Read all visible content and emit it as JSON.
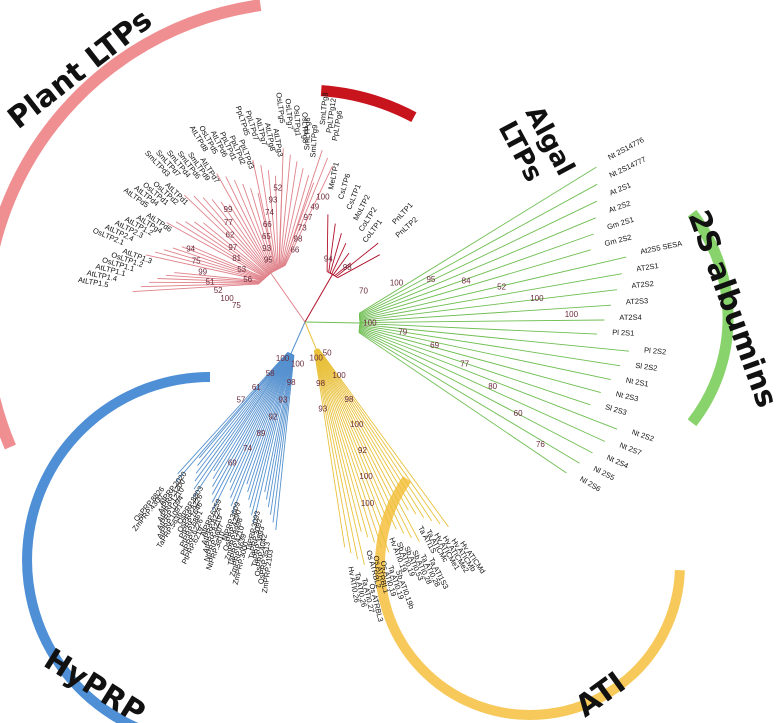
{
  "groups": {
    "plant_ltps": {
      "label": "Plant LTPs",
      "color": "#f08f92"
    },
    "algal_ltps": {
      "label_line1": "Algal",
      "label_line2": "LTPs",
      "color": "#c8141c"
    },
    "albumins": {
      "label": "2S albumins",
      "color": "#88d36b"
    },
    "ati": {
      "label": "ATI",
      "color": "#f7c95a"
    },
    "hyprp": {
      "label": "HyPRP",
      "color": "#4e8fd6"
    }
  },
  "branch_colors": {
    "plant": "#e0828a",
    "algal": "#b0102a",
    "albumin": "#6fbe52",
    "ati": "#e9c13c",
    "hyprp": "#5591cf"
  },
  "leaves": {
    "plant": [
      "AtLTP1.5",
      "AtLTP1.4",
      "AtLTP1.1",
      "OsLTP1.1",
      "OsLTP1.2",
      "AtLTP1.3",
      "OsLTP2.1",
      "AtLTP2.4",
      "AtLTP2.3",
      "AtLTP1.2",
      "AtLTPg4",
      "AtLTPd6",
      "AtLTPd5",
      "AtLTPd4",
      "OsLTPd1",
      "OsLTPd2",
      "AtLTPd1",
      "SmLTPd3",
      "SmLTPd7",
      "SmLTPd4",
      "SmLTPd6",
      "SmLTPd9",
      "AtLTPd7",
      "AtLTPd8",
      "OsLTPd5",
      "AtLTPd6",
      "PpLTPd1",
      "PpLTPd2",
      "PpLTPd3",
      "PpLTPd5",
      "PpLTPd7",
      "AtLTPg7",
      "AtLTPg8",
      "AtLTPg3",
      "OsLTPg5",
      "OsLTPg7",
      "OsLTPg1",
      "OsLTPg8",
      "SmLTPg6",
      "SmLTPg9",
      "SmLTPg8",
      "PpLTPg12",
      "PpLTPg6"
    ],
    "algal": [
      "MeLTP1",
      "CsLTP6",
      "CsLTP1",
      "MoLTP2",
      "CoLTP2",
      "CoLTP1",
      "PnLTP1",
      "PnLTP2"
    ],
    "albumin": [
      "Nt 2S14776",
      "Nt 2S14777",
      "At 2S1",
      "At 2S2",
      "Gm 2S1",
      "Gm 2S2",
      "At2S5 SESA",
      "AT2S1",
      "AT2S2",
      "AT2S3",
      "AT2S4",
      "Pl 2S1",
      "Pl 2S2",
      "Sl 2S2",
      "Nt 2S1",
      "Nt 2S3",
      "Sl 2S3",
      "Nt 2S2",
      "Nt 2S7",
      "Nt 2S4",
      "Nl 2S5",
      "Nl 2S6"
    ],
    "ati": [
      "Hv ATICMd",
      "Hv ATICMb",
      "Hv ATICMe2",
      "Hv ATICMe1",
      "Ta ATICMc",
      "Ta ATI1S",
      "Ta ATI1S3",
      "Ta ATI0.28",
      "Sb ATI0.28",
      "Sb ATI0.53",
      "Sb ATI0.19",
      "Hv ATI0.19",
      "Sb ATI0.19b",
      "Ta ATI0.19",
      "Os ATI0.19",
      "Os ATRBL1",
      "Os ATRBL2",
      "Os ATRBL3",
      "Ta ATI0.27",
      "Ta ATI0.26",
      "Hv ATI0.26"
    ],
    "hyprp": [
      "ZmPRP.2103",
      "OsPRP.3513",
      "OsPRP.4042",
      "TaPRP.3893",
      "TaPRP.3092",
      "TaPRP.3093",
      "ZmPRP.3000",
      "ZmPRP.4639",
      "TaPRP.4210",
      "ZmPRP.8998",
      "OsPRP.4290",
      "NtPRP.3609",
      "NtPRP.3810",
      "NtPRP.3607",
      "AtPRP.8219",
      "AtPRP.8224",
      "AtPRP.6259",
      "PtPRP.6219",
      "PtPRP.6226",
      "PtPRP.6861",
      "PtPRP.7646",
      "OsPRP.8226",
      "OsPRP.8803",
      "TaPRP.5636",
      "AtPRP.1091",
      "AtPRP.1094",
      "AtPRP.1210",
      "AtPRP.3200",
      "AtPRP.2020",
      "ZmPRP.4300",
      "OsPRP.8826"
    ]
  },
  "bootstrap": {
    "plant": [
      "75",
      "100",
      "52",
      "51",
      "99",
      "75",
      "94",
      "56",
      "53",
      "81",
      "97",
      "62",
      "77",
      "99",
      "95",
      "93",
      "65",
      "66",
      "74",
      "93",
      "52",
      "66",
      "98",
      "73",
      "97",
      "49",
      "100"
    ],
    "algal": [
      "94",
      "98"
    ],
    "albumin": [
      "70",
      "100",
      "95",
      "84",
      "52",
      "100",
      "100",
      "100",
      "79",
      "69",
      "77",
      "80",
      "60",
      "76"
    ],
    "ati": [
      "50",
      "100",
      "98",
      "100",
      "92",
      "100",
      "100",
      "100",
      "98",
      "93"
    ],
    "hyprp": [
      "100",
      "98",
      "93",
      "92",
      "89",
      "74",
      "69",
      "100",
      "58",
      "61",
      "57"
    ]
  }
}
